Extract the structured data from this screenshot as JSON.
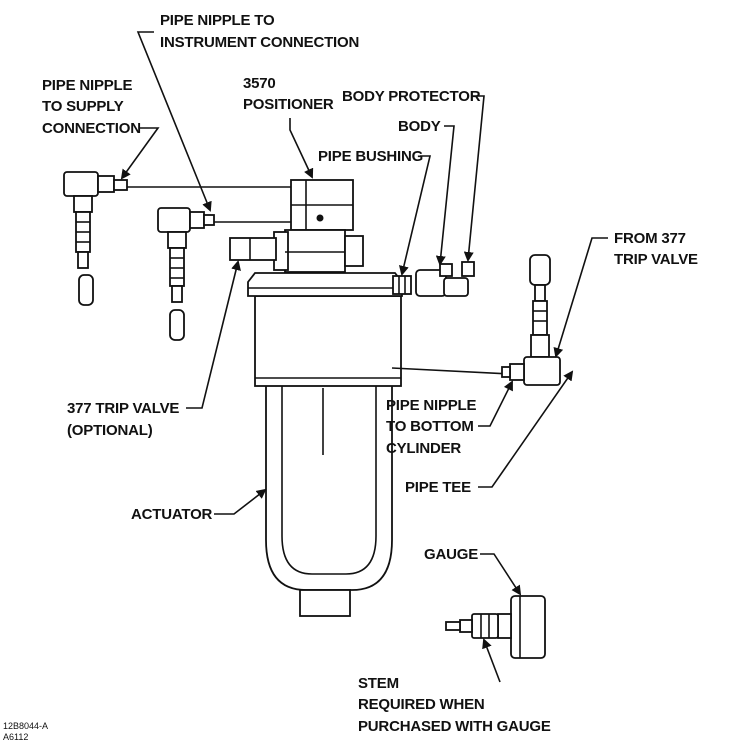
{
  "labels": {
    "pipe_nipple_instrument": [
      "PIPE NIPPLE TO",
      "INSTRUMENT CONNECTION"
    ],
    "pipe_nipple_supply": [
      "PIPE NIPPLE",
      "TO SUPPLY",
      "CONNECTION"
    ],
    "positioner": [
      "3570",
      "POSITIONER"
    ],
    "body_protector": "BODY PROTECTOR",
    "body": "BODY",
    "pipe_bushing": "PIPE BUSHING",
    "from_377": [
      "FROM 377",
      "TRIP VALVE"
    ],
    "trip_valve_377": [
      "377 TRIP VALVE",
      "(OPTIONAL)"
    ],
    "pipe_nipple_bottom": [
      "PIPE NIPPLE",
      "TO BOTTOM",
      "CYLINDER"
    ],
    "pipe_tee": "PIPE TEE",
    "actuator": "ACTUATOR",
    "gauge": "GAUGE",
    "stem": [
      "STEM",
      "REQUIRED WHEN",
      "PURCHASED WITH GAUGE"
    ]
  },
  "figure_codes": [
    "12B8044-A",
    "A6112"
  ]
}
